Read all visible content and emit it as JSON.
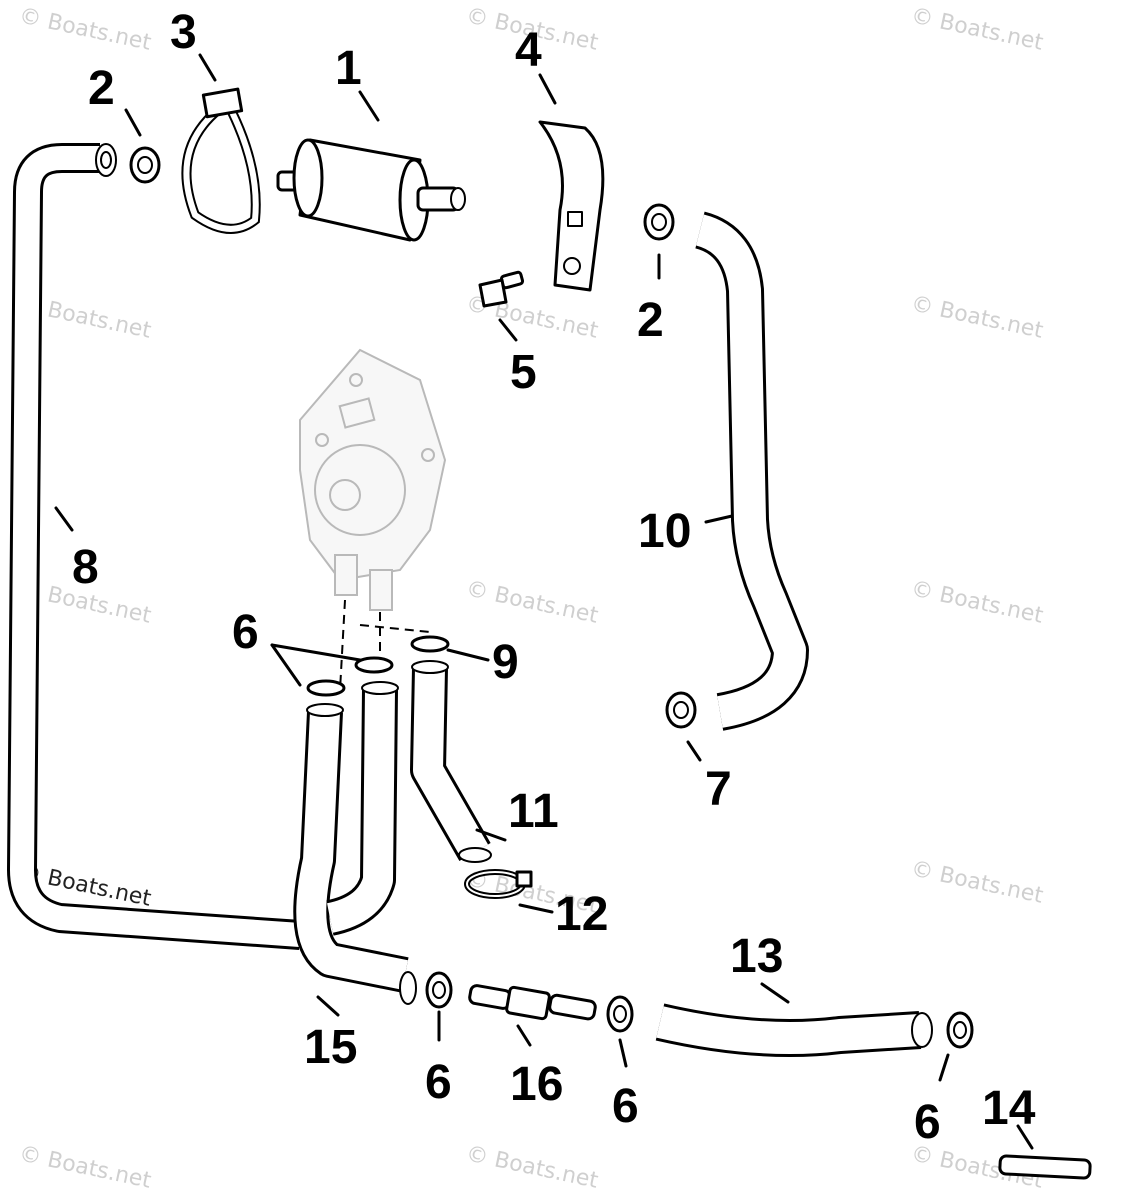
{
  "watermark": "© Boats.net",
  "callouts": {
    "c1": "1",
    "c2a": "2",
    "c2b": "2",
    "c3": "3",
    "c4": "4",
    "c5": "5",
    "c6a": "6",
    "c6b": "6",
    "c6c": "6",
    "c6d": "6",
    "c7": "7",
    "c8": "8",
    "c9": "9",
    "c10": "10",
    "c11": "11",
    "c12": "12",
    "c13": "13",
    "c14": "14",
    "c15": "15",
    "c16": "16"
  }
}
